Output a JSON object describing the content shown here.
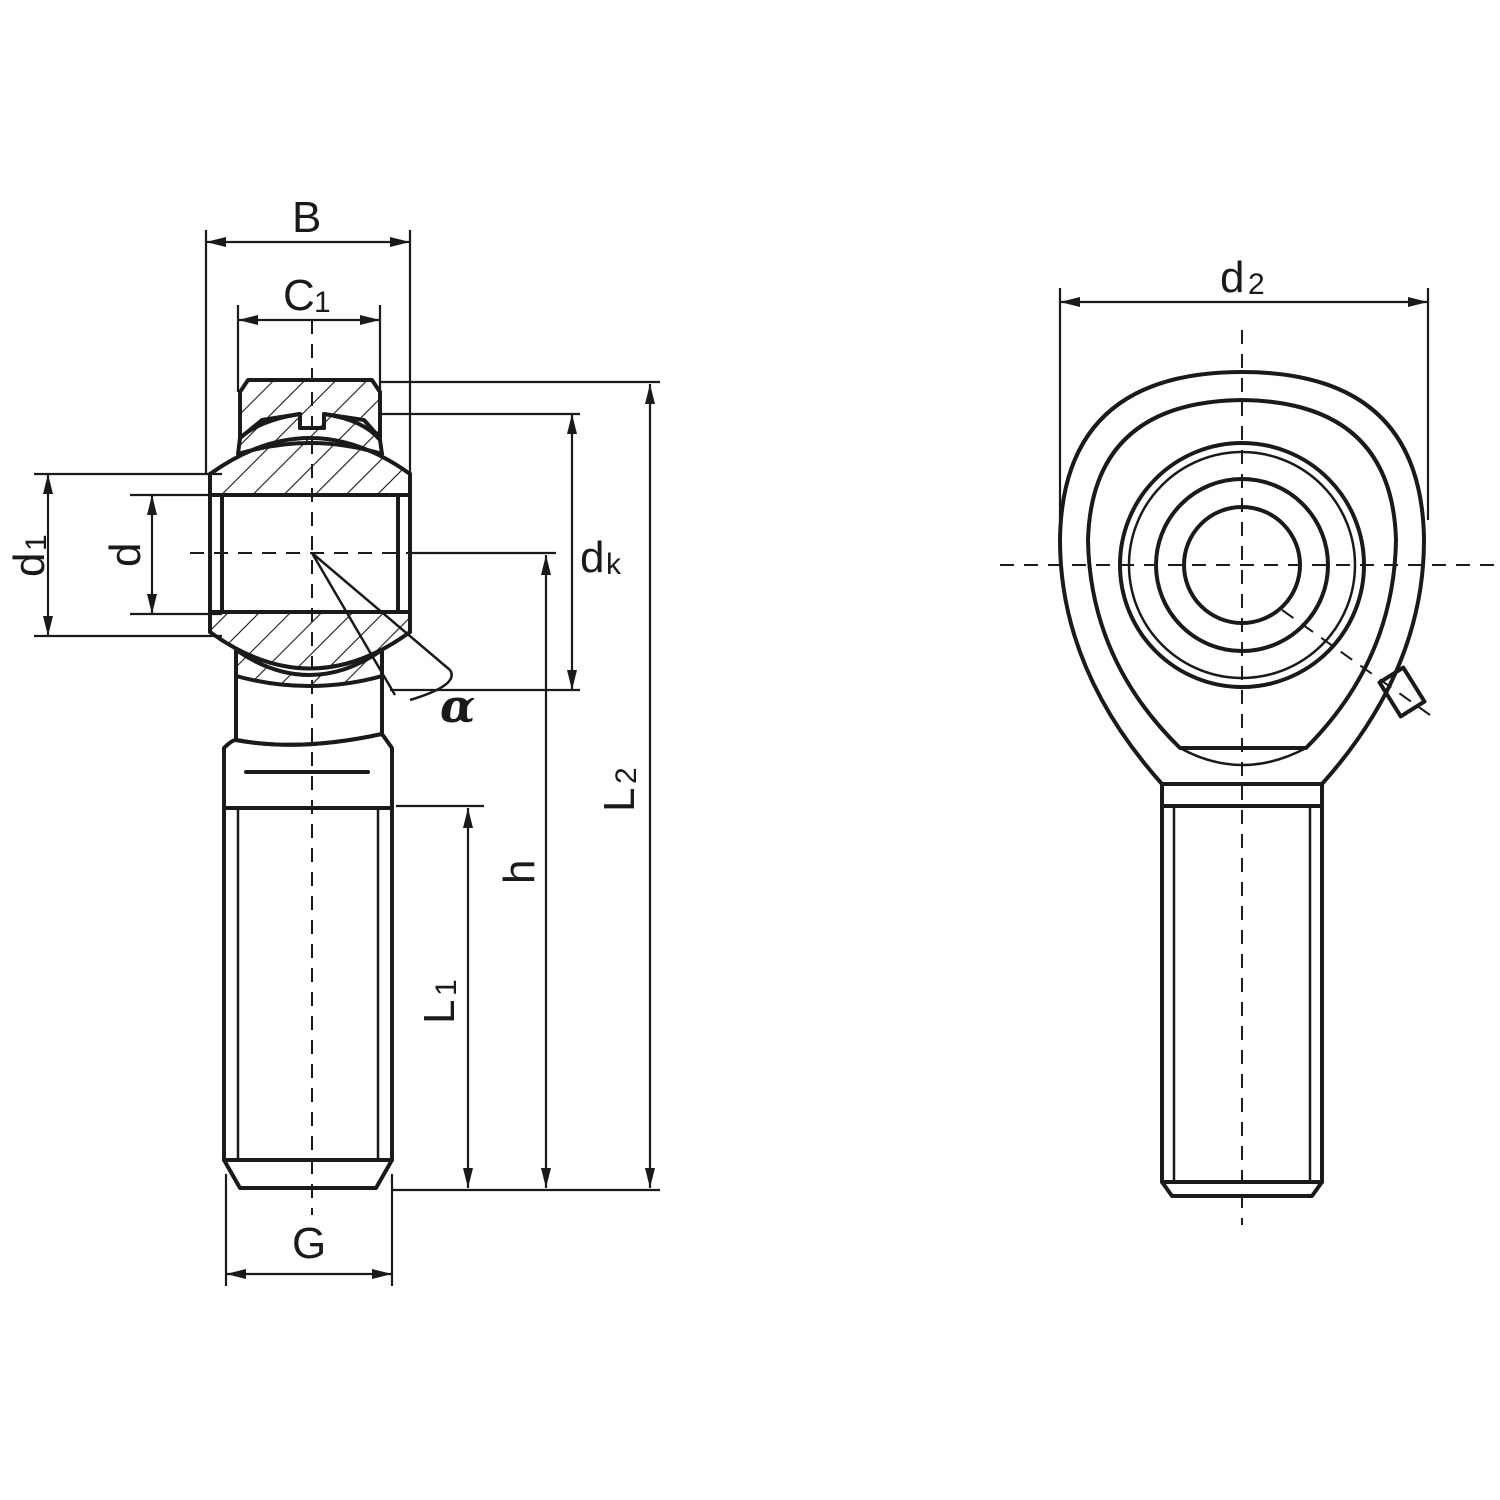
{
  "labels": {
    "B": "B",
    "C1_main": "C",
    "C1_sub": "1",
    "d1_main": "d",
    "d1_sub": "1",
    "d": "d",
    "dk_main": "d",
    "dk_sub": "k",
    "alpha": "α",
    "L2_main": "L",
    "L2_sub": "2",
    "h": "h",
    "L1_main": "L",
    "L1_sub": "1",
    "G": "G",
    "d2_main": "d",
    "d2_sub": "2"
  },
  "colors": {
    "ink": "#1a1a1a",
    "background": "#ffffff"
  }
}
